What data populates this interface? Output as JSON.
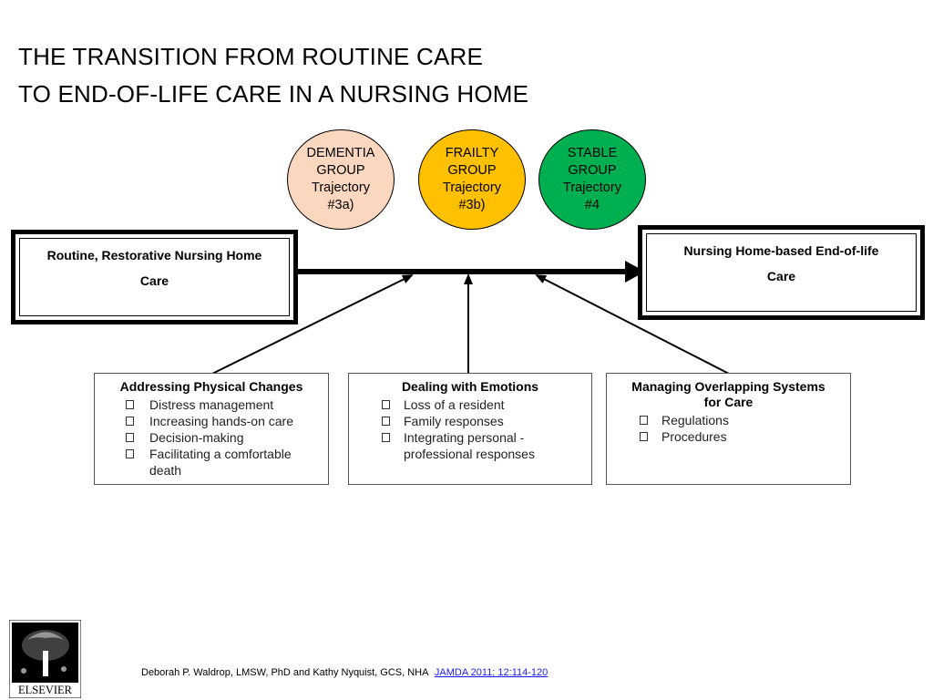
{
  "title": {
    "line1": "THE TRANSITION FROM ROUTINE CARE",
    "line2": "TO END-OF-LIFE CARE IN A NURSING HOME"
  },
  "groups": [
    {
      "line1": "DEMENTIA",
      "line2": "GROUP",
      "line3": "Trajectory",
      "line4": "#3a)",
      "color": "#fbd7c0"
    },
    {
      "line1": "FRAILTY",
      "line2": "GROUP",
      "line3": "Trajectory",
      "line4": "#3b)",
      "color": "#ffc000"
    },
    {
      "line1": "STABLE",
      "line2": "GROUP",
      "line3": "Trajectory",
      "line4": "#4",
      "color": "#00b050"
    }
  ],
  "stages": {
    "start_line1": "Routine, Restorative Nursing Home",
    "start_line2": "Care",
    "end_line1": "Nursing Home-based End-of-life",
    "end_line2": "Care"
  },
  "topics": [
    {
      "heading_line1": "Addressing Physical Changes",
      "heading_line2": "",
      "items": [
        "Distress management",
        "Increasing hands-on care",
        "Decision-making",
        "Facilitating a comfortable",
        "death"
      ]
    },
    {
      "heading_line1": "Dealing with Emotions",
      "heading_line2": "",
      "items": [
        "Loss of a resident",
        "Family responses",
        "Integrating personal -",
        "professional responses"
      ]
    },
    {
      "heading_line1": "Managing Overlapping Systems",
      "heading_line2": "for Care",
      "items": [
        "Regulations",
        "Procedures"
      ]
    }
  ],
  "logo": {
    "text": "ELSEVIER"
  },
  "citation": {
    "authors": "Deborah P. Waldrop, LMSW, PhD and Kathy Nyquist, GCS, NHA",
    "reference": "JAMDA 2011; 12:114-120"
  }
}
